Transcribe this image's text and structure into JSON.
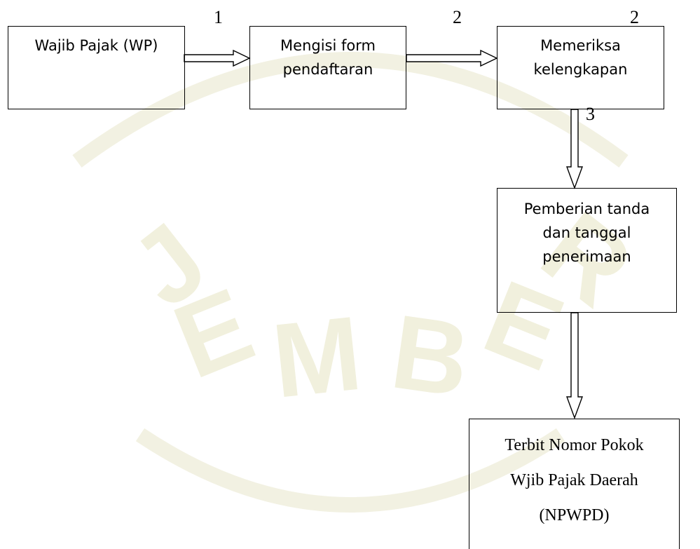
{
  "diagram": {
    "nodes": {
      "wp": {
        "lines": [
          "Wajib Pajak (WP)"
        ]
      },
      "form": {
        "lines": [
          "Mengisi form",
          "pendaftaran"
        ]
      },
      "check": {
        "lines": [
          "Memeriksa",
          "kelengkapan"
        ]
      },
      "receipt": {
        "lines": [
          "Pemberian tanda",
          "dan tanggal",
          "penerimaan"
        ]
      },
      "npwpd": {
        "lines": [
          "Terbit Nomor Pokok",
          "Wjib Pajak Daerah",
          "(NPWPD)"
        ]
      }
    },
    "step_labels": {
      "wp_to_form": "1",
      "form_to_check": "2",
      "check_top": "2",
      "check_to_receipt": "3"
    },
    "watermark": {
      "letters": [
        "J",
        "E",
        "M",
        "B",
        "E",
        "R"
      ],
      "color": "#f1f0dd"
    }
  }
}
